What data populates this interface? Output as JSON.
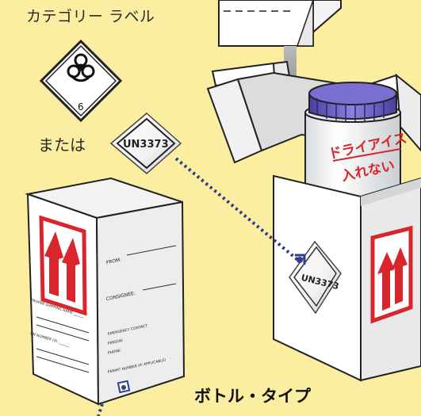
{
  "labels": {
    "category_label": "カテゴリー ラベル",
    "or": "または",
    "un_small": "UN3373",
    "un_on_box": "UN3373",
    "class_number": "6",
    "bottle_type": "ボトル・タイプ"
  },
  "bottle": {
    "line1": "ドライアイス",
    "line2": "入れない"
  },
  "shipping_box": {
    "from": "FROM:",
    "consignee": "CONSIGNEE:",
    "proper_shipping_name": "PROPER SHIPPING NAME ______",
    "un_number": "UN NUMBER (S): ______",
    "emergency_contact": "EMERGENCY CONTACT",
    "person": "PERSON:",
    "phone": "PHONE:",
    "permit_number": "PERMIT NUMBER (IF APPLICABLE)"
  },
  "colors": {
    "background": "#FCEEA0",
    "arrow_red": "#D8262C",
    "cap_purple": "#6A5BC2",
    "dotted_line": "#2E3E8C",
    "text_red": "#D8262C"
  },
  "icons": [
    "biohazard-icon",
    "this-side-up-arrows-icon"
  ]
}
